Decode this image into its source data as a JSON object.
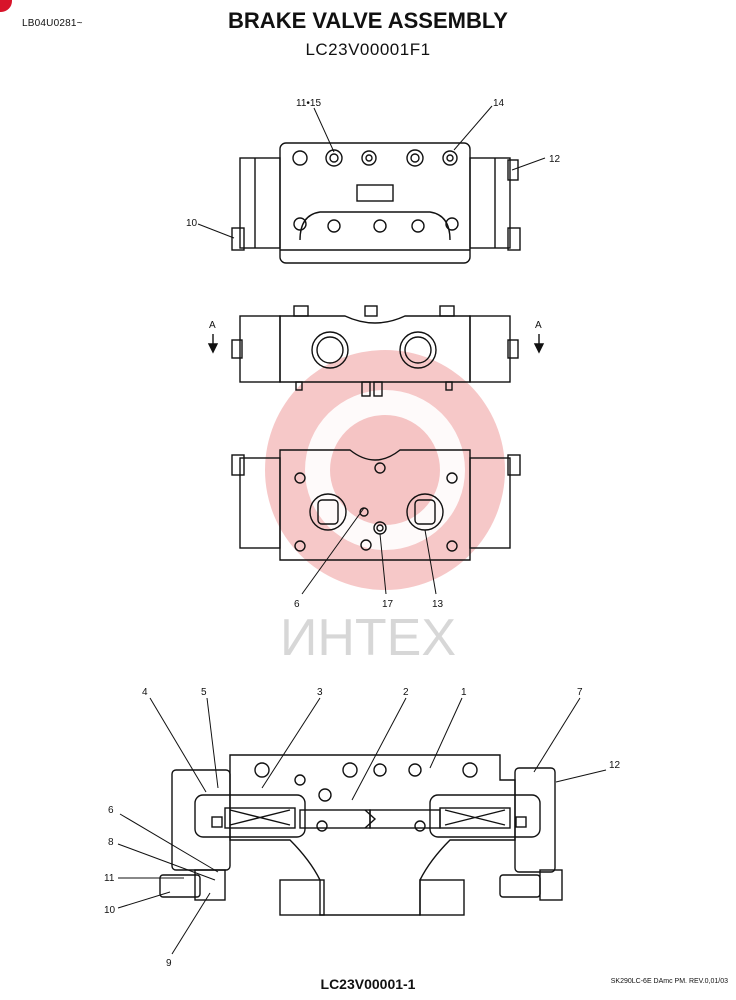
{
  "header": {
    "doc_code": "LB04U0281~",
    "title": "BRAKE VALVE ASSEMBLY",
    "part_number": "LC23V00001F1"
  },
  "views": {
    "top": {
      "callouts": [
        "11•15",
        "14",
        "12",
        "10"
      ]
    },
    "front": {
      "section_marker": "A"
    },
    "bottom": {
      "callouts": [
        "6",
        "17",
        "13"
      ]
    },
    "section": {
      "callouts": [
        "4",
        "5",
        "3",
        "2",
        "1",
        "7",
        "12",
        "6",
        "8",
        "11",
        "10",
        "9"
      ]
    }
  },
  "watermark": {
    "text": "ИНТЕХ",
    "color": "#e03b3b"
  },
  "footer": {
    "figure_id": "LC23V00001-1",
    "manual_ref": "SK290LC-6E DAmc PM. REV.0,01/03"
  },
  "colors": {
    "accent_dot": "#d8142a",
    "line": "#111111"
  }
}
